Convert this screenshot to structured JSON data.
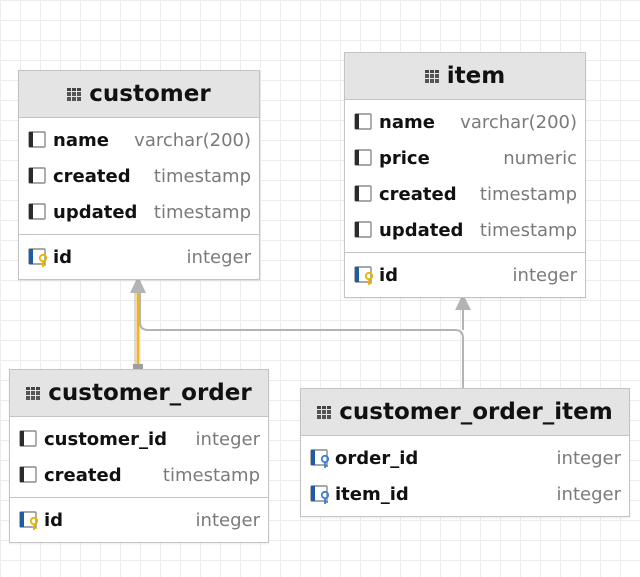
{
  "tables": {
    "customer": {
      "title": "customer",
      "columns": [
        {
          "name": "name",
          "type": "varchar(200)"
        },
        {
          "name": "created",
          "type": "timestamp"
        },
        {
          "name": "updated",
          "type": "timestamp"
        }
      ],
      "keys": [
        {
          "name": "id",
          "type": "integer",
          "key": "primary"
        }
      ]
    },
    "item": {
      "title": "item",
      "columns": [
        {
          "name": "name",
          "type": "varchar(200)"
        },
        {
          "name": "price",
          "type": "numeric"
        },
        {
          "name": "created",
          "type": "timestamp"
        },
        {
          "name": "updated",
          "type": "timestamp"
        }
      ],
      "keys": [
        {
          "name": "id",
          "type": "integer",
          "key": "primary"
        }
      ]
    },
    "customer_order": {
      "title": "customer_order",
      "columns": [
        {
          "name": "customer_id",
          "type": "integer"
        },
        {
          "name": "created",
          "type": "timestamp"
        }
      ],
      "keys": [
        {
          "name": "id",
          "type": "integer",
          "key": "primary"
        }
      ]
    },
    "customer_order_item": {
      "title": "customer_order_item",
      "columns": [],
      "keys": [
        {
          "name": "order_id",
          "type": "integer",
          "key": "foreign"
        },
        {
          "name": "item_id",
          "type": "integer",
          "key": "foreign"
        }
      ]
    }
  },
  "colors": {
    "primary_key": "#e6b400",
    "foreign_key": "#3d7fd6",
    "highlight_link": "#e8b72a",
    "link": "#b4b4b4",
    "column_icon": "#1f5ca8"
  },
  "icons": {
    "table": "table-grid-icon",
    "column": "column-icon",
    "primary_key": "primary-key-column-icon",
    "foreign_key": "foreign-key-column-icon"
  }
}
